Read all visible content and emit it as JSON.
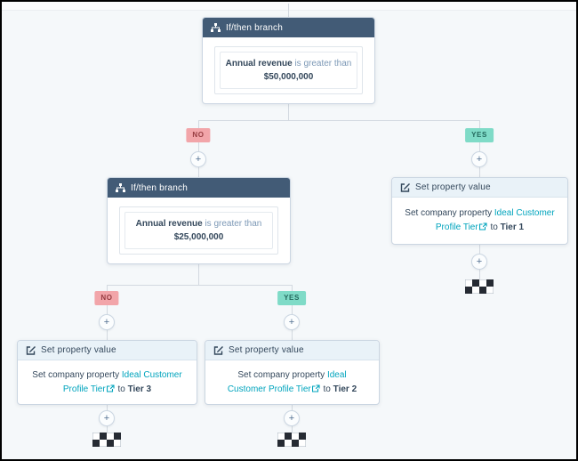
{
  "colors": {
    "canvas_bg": "#f5f8fa",
    "line_color": "#d3d9e0",
    "branch_header": "#425b76",
    "action_header": "#e9f2f8",
    "link_color": "#00a4bd",
    "no_bg": "#f2a5a9",
    "no_text": "#963b40",
    "yes_bg": "#7fdbc7",
    "yes_text": "#23685c"
  },
  "ui": {
    "plus": "+"
  },
  "labels": {
    "no": "NO",
    "yes": "YES"
  },
  "branches": [
    {
      "title": "If/then branch",
      "bold": "Annual revenue",
      "mid": "is greater than",
      "value": "$50,000,000"
    },
    {
      "title": "If/then branch",
      "bold": "Annual revenue",
      "mid": "is greater than",
      "value": "$25,000,000"
    }
  ],
  "actions": [
    {
      "title": "Set property value",
      "prefix": "Set company property",
      "link": "Ideal Customer Profile Tier",
      "mid": "to",
      "value": "Tier 1"
    },
    {
      "title": "Set property value",
      "prefix": "Set company property",
      "link": "Ideal Customer Profile Tier",
      "mid": "to",
      "value": "Tier 3"
    },
    {
      "title": "Set property value",
      "prefix": "Set company property",
      "link": "Ideal Customer Profile Tier",
      "mid": "to",
      "value": "Tier 2"
    }
  ],
  "icons": {
    "branch": "sitemap-icon",
    "action": "edit-icon",
    "external": "external-link-icon",
    "end": "checkered-flag-icon"
  }
}
